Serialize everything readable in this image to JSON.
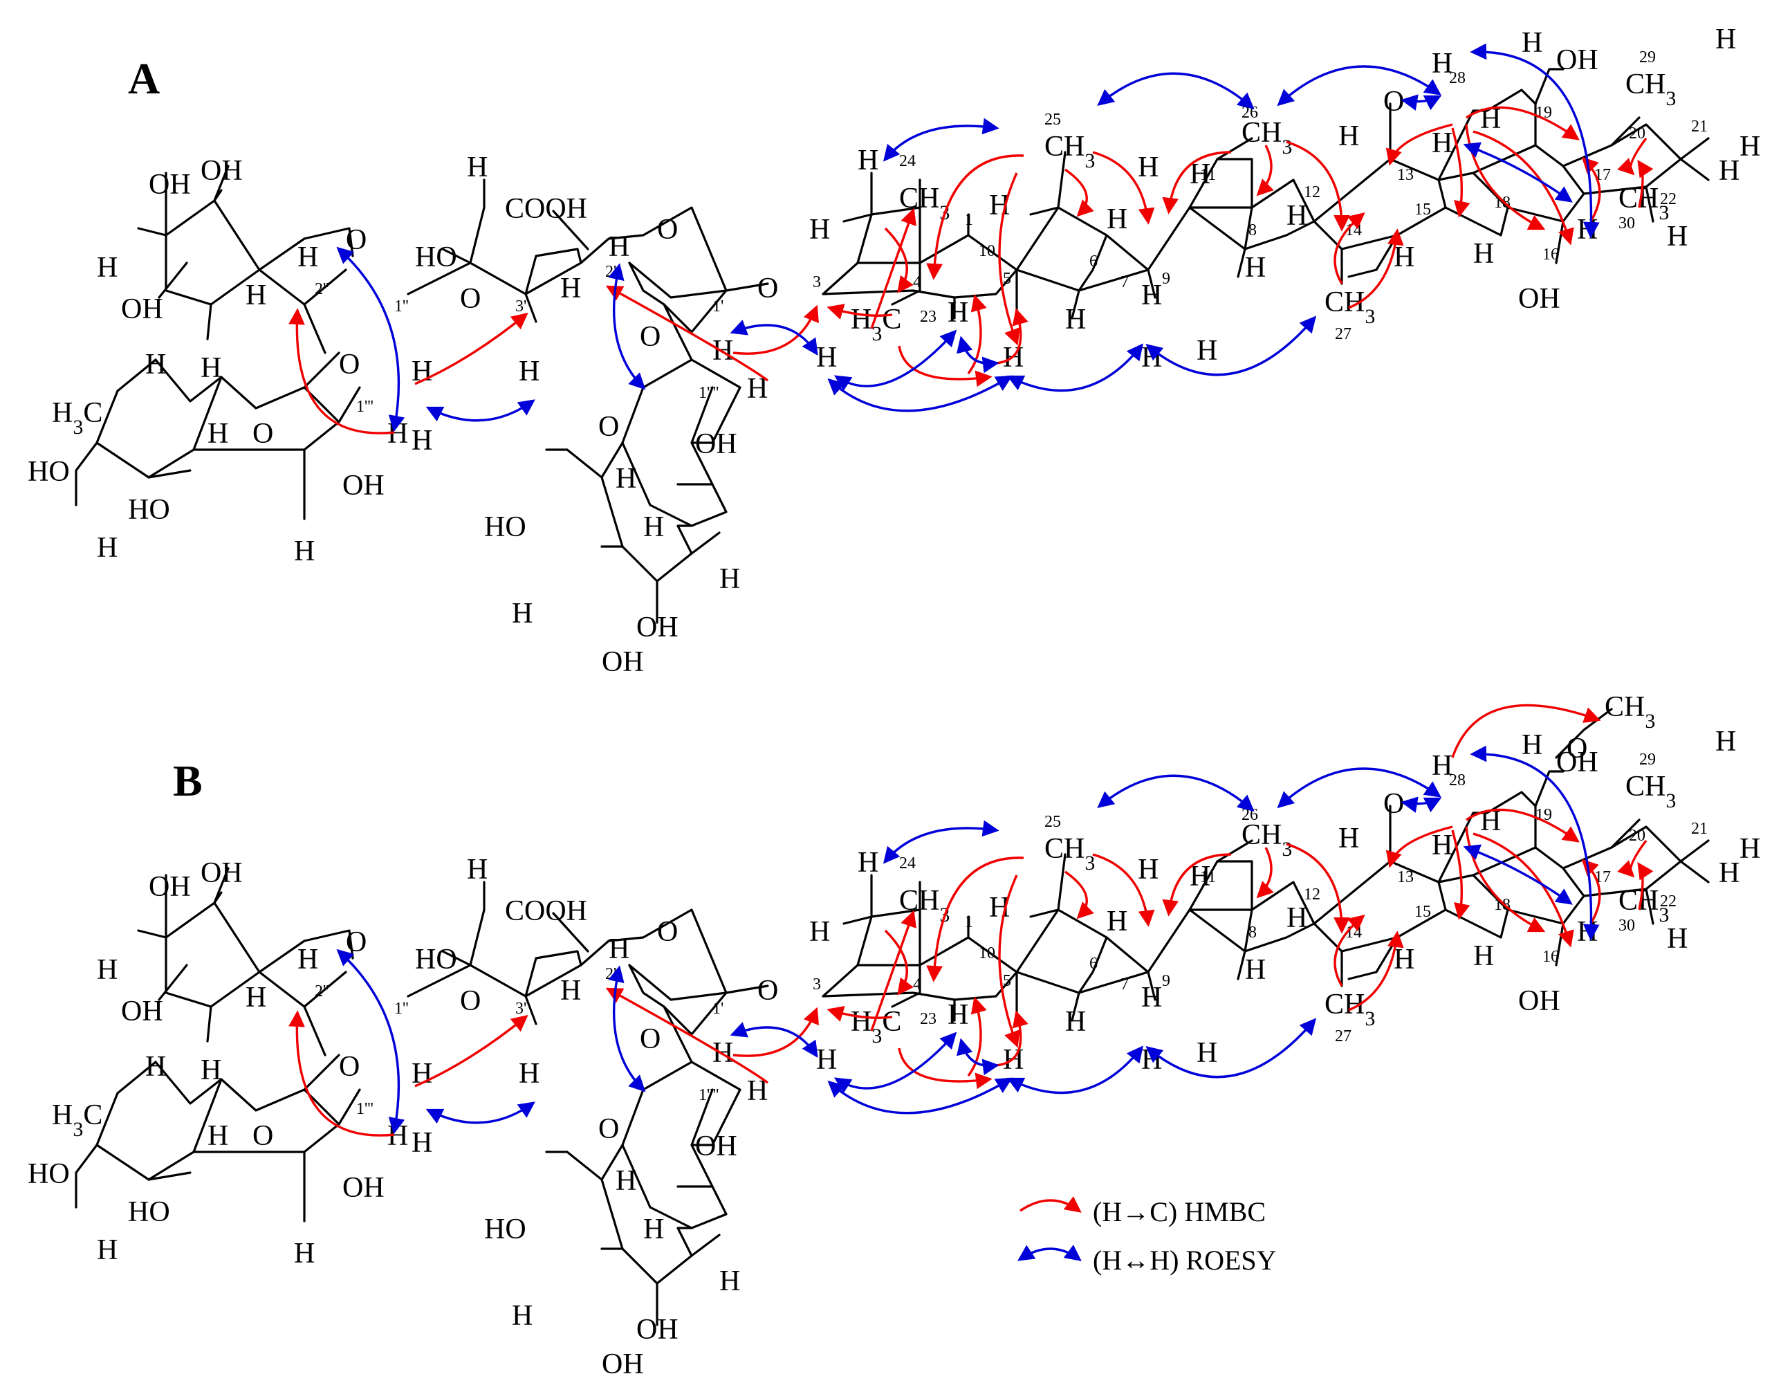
{
  "panels": [
    {
      "label": "A",
      "has_ome": false
    },
    {
      "label": "B",
      "has_ome": true
    }
  ],
  "legend": {
    "hmbc_label": "(H→C) HMBC",
    "roesy_label": "(H↔H) ROESY",
    "hmbc_color": "#f00000",
    "roesy_color": "#0000d8"
  },
  "atom_labels": {
    "OH": "OH",
    "H": "H",
    "O": "O",
    "COOH": "COOH",
    "HO": "HO",
    "CH3": "CH",
    "sub3": "3",
    "H3C": "H",
    "H3C_sub": "3",
    "H3C_C": "C"
  },
  "numbering": [
    "1",
    "2'",
    "2''",
    "1'",
    "1''",
    "1'''",
    "1''''",
    "3'",
    "3",
    "4",
    "5",
    "6",
    "7",
    "8",
    "9",
    "10",
    "11",
    "12",
    "13",
    "14",
    "15",
    "16",
    "17",
    "18",
    "19",
    "20",
    "21",
    "22",
    "23",
    "24",
    "25",
    "26",
    "27",
    "28",
    "29",
    "30"
  ]
}
